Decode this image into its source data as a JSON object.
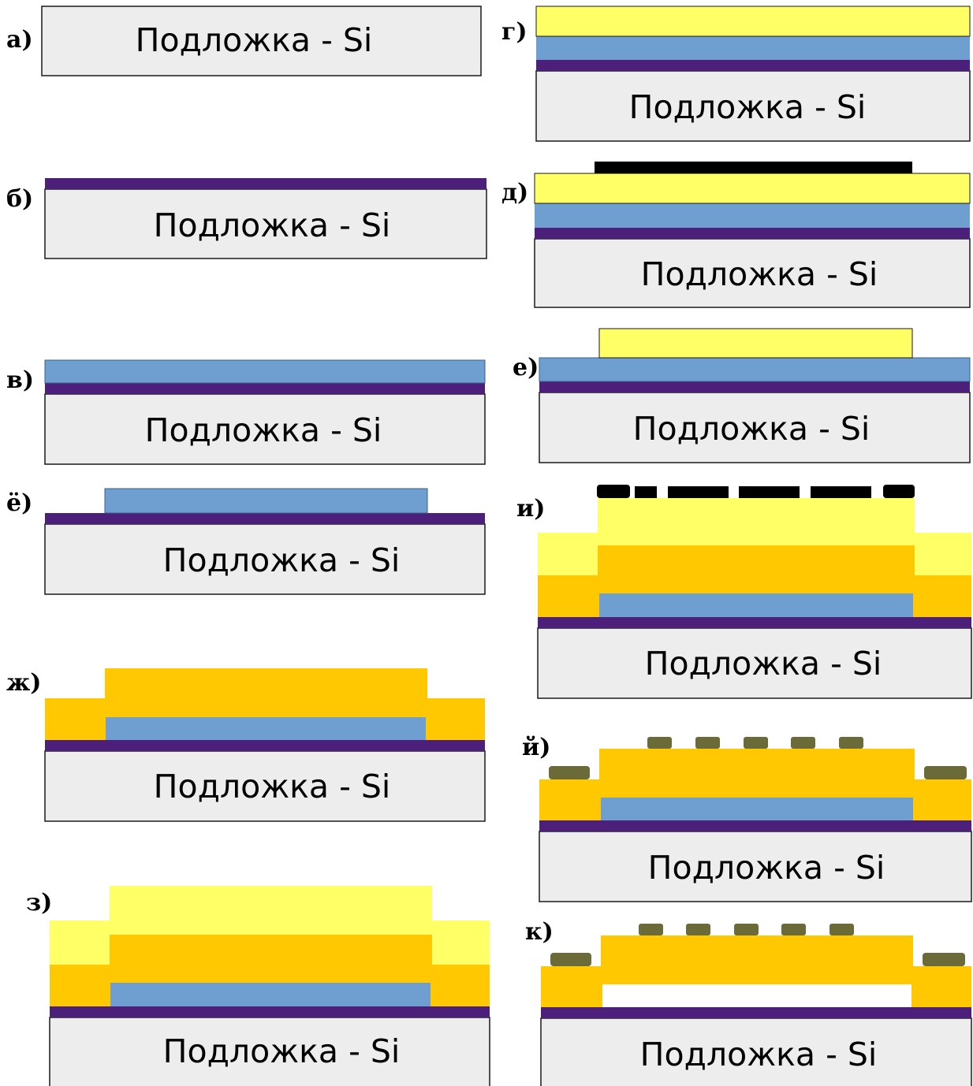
{
  "substrate_label": "Подложка - Si",
  "steps": [
    {
      "id": "a",
      "label": "а)"
    },
    {
      "id": "b",
      "label": "б)"
    },
    {
      "id": "v",
      "label": "в)"
    },
    {
      "id": "yo",
      "label": "ё)"
    },
    {
      "id": "zh",
      "label": "ж)"
    },
    {
      "id": "z",
      "label": "з)"
    },
    {
      "id": "g",
      "label": "г)"
    },
    {
      "id": "d",
      "label": "д)"
    },
    {
      "id": "e",
      "label": "е)"
    },
    {
      "id": "i",
      "label": "и)"
    },
    {
      "id": "iy",
      "label": "й)"
    },
    {
      "id": "k",
      "label": "к)"
    }
  ],
  "colors": {
    "substrate": "#ededed",
    "purple_layer": "#4b1f7a",
    "blue_layer": "#6f9fd1",
    "yellow_layer": "#ffff66",
    "orange_layer": "#ffc800",
    "mask_black": "#000000",
    "contact_pad": "#6b6b3a",
    "cavity": "#ffffff",
    "outline": "#1a1a1a"
  }
}
